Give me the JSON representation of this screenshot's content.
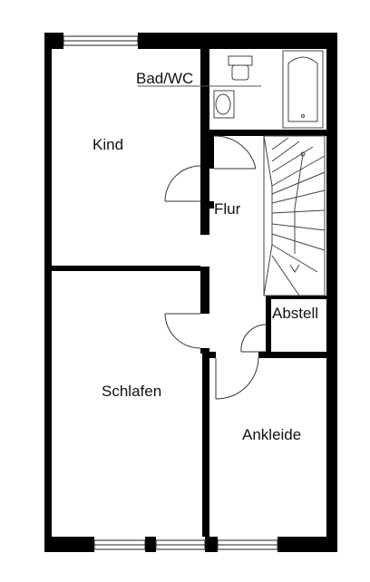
{
  "plan": {
    "rooms": {
      "bad_wc": "Bad/WC",
      "kind": "Kind",
      "flur": "Flur",
      "abstell": "Abstell",
      "schlafen": "Schlafen",
      "ankleide": "Ankleide"
    },
    "colors": {
      "wall": "#000000",
      "background": "#ffffff",
      "fixture_line": "#444444",
      "text": "#111111"
    },
    "icons": {
      "bathtub": "bathtub-icon",
      "toilet": "toilet-icon",
      "sink": "sink-icon",
      "stairs": "staircase-icon",
      "window": "window-icon",
      "door": "door-swing-icon"
    }
  }
}
